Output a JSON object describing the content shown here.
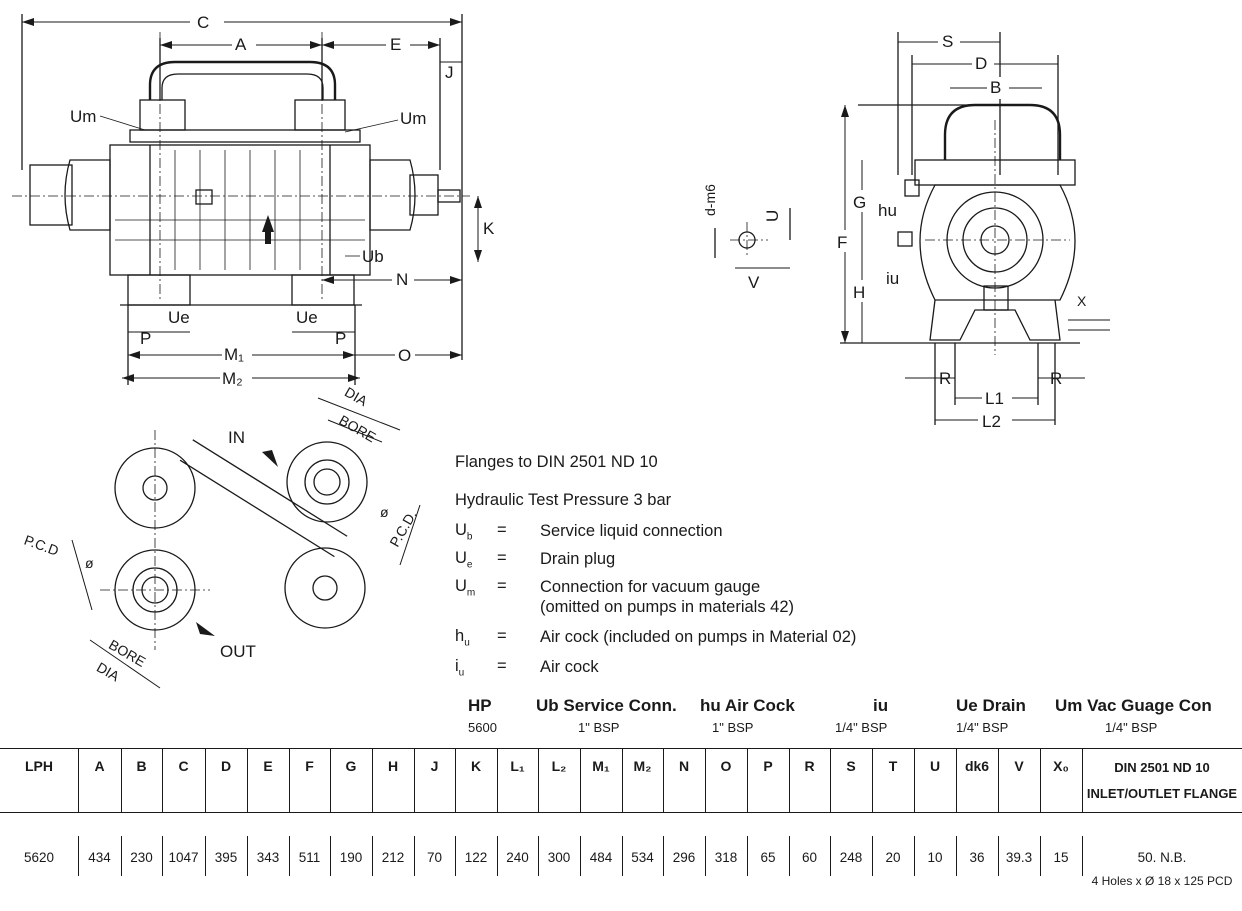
{
  "views": {
    "front": {
      "labels": {
        "C": "C",
        "A": "A",
        "E": "E",
        "J": "J",
        "K": "K",
        "N": "N",
        "O": "O",
        "P_left": "P",
        "P_right": "P",
        "M1": "M₁",
        "M2": "M₂",
        "Um_left": "Um",
        "Um_right": "Um",
        "Ub": "Ub",
        "Ue_left": "Ue",
        "Ue_right": "Ue"
      }
    },
    "side": {
      "labels": {
        "S": "S",
        "D": "D",
        "B": "B",
        "F": "F",
        "G": "G",
        "H": "H",
        "hu": "hu",
        "iu": "iu",
        "R_left": "R",
        "R_right": "R",
        "L1": "L1",
        "L2": "L2",
        "X": "X",
        "dm6": "d-m6",
        "U": "U",
        "V": "V"
      }
    },
    "flange": {
      "labels": {
        "IN": "IN",
        "OUT": "OUT",
        "DIA_top": "DIA",
        "BORE_top": "BORE",
        "PCD_right": "P.C.D.",
        "phi_right": "ø",
        "PCD_left": "P.C.D",
        "phi_left": "ø",
        "BORE_bottom": "BORE",
        "DIA_bottom": "DIA"
      }
    }
  },
  "notes": {
    "flanges": "Flanges to DIN 2501 ND 10",
    "test_pressure": "Hydraulic Test Pressure 3 bar",
    "legend": [
      {
        "sym": "U",
        "sub": "b",
        "eq": "=",
        "desc": "Service liquid connection"
      },
      {
        "sym": "U",
        "sub": "e",
        "eq": "=",
        "desc": "Drain plug"
      },
      {
        "sym": "U",
        "sub": "m",
        "eq": "=",
        "desc": "Connection for vacuum gauge",
        "desc2": "(omitted on pumps in materials 42)"
      },
      {
        "sym": "h",
        "sub": "u",
        "eq": "=",
        "desc": "Air cock (included on pumps in Material 02)"
      },
      {
        "sym": "i",
        "sub": "u",
        "eq": "=",
        "desc": "Air cock"
      }
    ]
  },
  "specs": [
    {
      "head": "HP",
      "sub": "",
      "value": "5600"
    },
    {
      "head": "Ub Service Conn.",
      "sub": "",
      "value": "1\" BSP"
    },
    {
      "head": "hu Air Cock",
      "sub": "",
      "value": "1\" BSP"
    },
    {
      "head": "iu",
      "sub": "",
      "value": "1/4\" BSP"
    },
    {
      "head": "Ue Drain",
      "sub": "",
      "value": "1/4\" BSP"
    },
    {
      "head": "Um Vac Guage Con",
      "sub": "",
      "value": "1/4\" BSP"
    }
  ],
  "table": {
    "headers": [
      "LPH",
      "A",
      "B",
      "C",
      "D",
      "E",
      "F",
      "G",
      "H",
      "J",
      "K",
      "L₁",
      "L₂",
      "M₁",
      "M₂",
      "N",
      "O",
      "P",
      "R",
      "S",
      "T",
      "U",
      "dk6",
      "V",
      "X₀"
    ],
    "values": [
      "5620",
      "434",
      "230",
      "1047",
      "395",
      "343",
      "511",
      "190",
      "212",
      "70",
      "122",
      "240",
      "300",
      "484",
      "534",
      "296",
      "318",
      "65",
      "60",
      "248",
      "20",
      "10",
      "36",
      "39.3",
      "15"
    ],
    "flange_header_1": "DIN 2501 ND 10",
    "flange_header_2": "INLET/OUTLET FLANGE",
    "flange_value_1": "50. N.B.",
    "flange_value_2": "4 Holes x Ø 18 x 125 PCD"
  }
}
